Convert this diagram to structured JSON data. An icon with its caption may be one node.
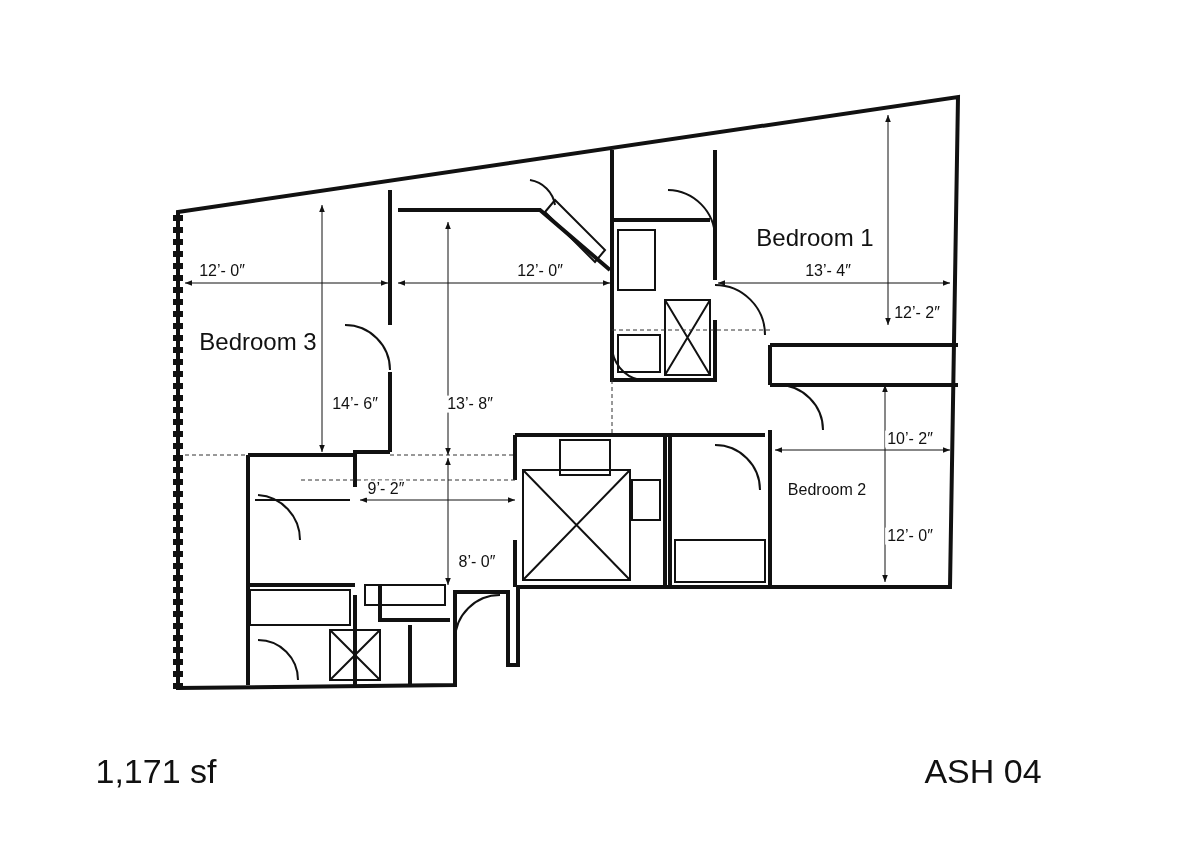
{
  "diagram": {
    "labels": [
      "Bedroom 1",
      "12’- 0″",
      "12’- 0″",
      "13’- 4″",
      "12’- 2″",
      "Bedroom 3",
      "14’- 6″",
      "13’- 8″",
      "10’- 2″",
      "9’- 2″",
      "Bedroom 2",
      "12’- 0″",
      "8’- 0″",
      "1,171 sf",
      "ASH 04"
    ]
  }
}
